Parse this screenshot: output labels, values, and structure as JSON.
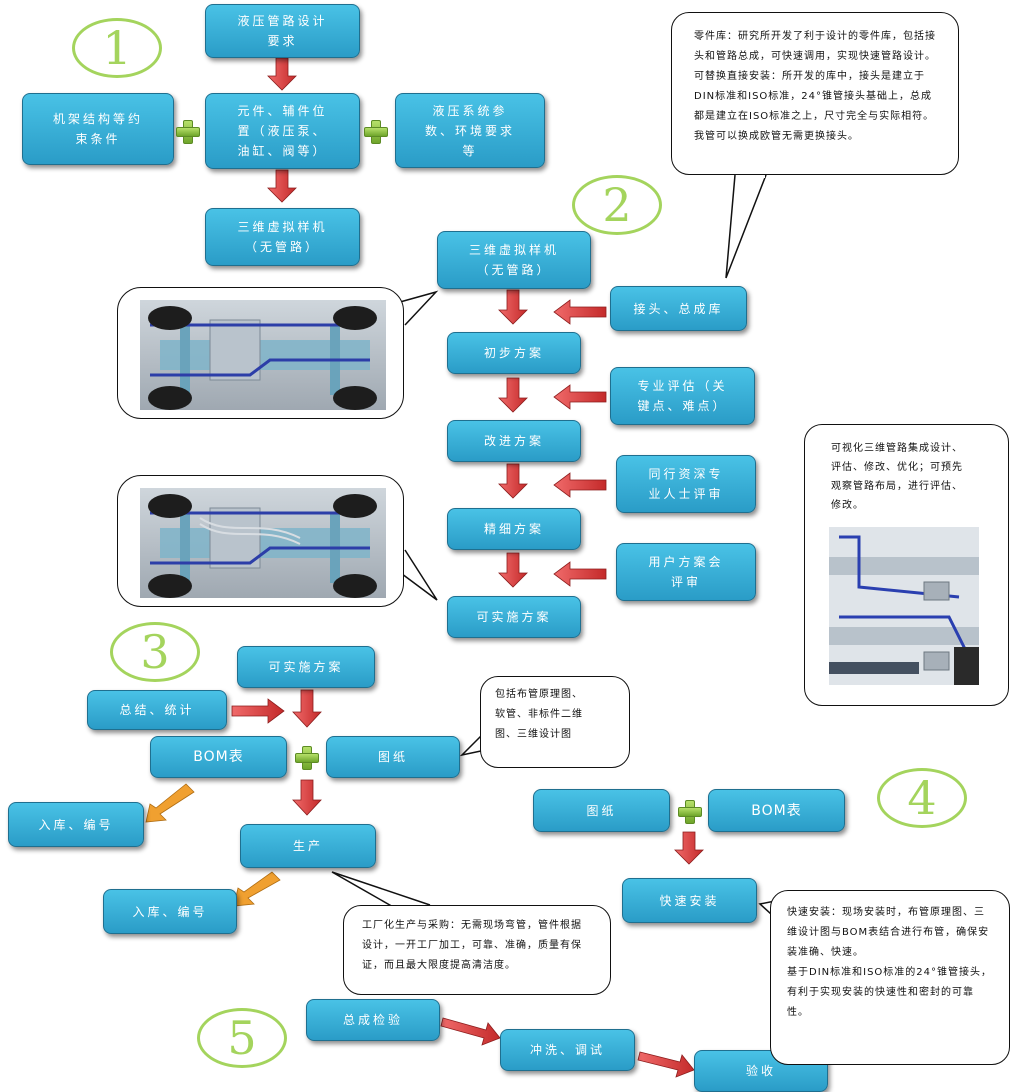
{
  "markers": [
    "1",
    "2",
    "3",
    "4",
    "5"
  ],
  "section1": {
    "requirement": "液压管路设计\n要求",
    "constraint": "机架结构等约\n束条件",
    "components": "元件、辅件位\n置（液压泵、\n油缸、阀等）",
    "params": "液压系统参\n数、环境要求\n等",
    "prototype": "三维虚拟样机\n（无管路）"
  },
  "section2": {
    "prototype": "三维虚拟样机\n（无管路）",
    "library": "接头、总成库",
    "initial": "初步方案",
    "evaluation": "专业评估（关\n键点、难点）",
    "improved": "改进方案",
    "peer_review": "同行资深专\n业人士评审",
    "fine": "精细方案",
    "user_review": "用户方案会\n评审",
    "feasible": "可实施方案"
  },
  "section3": {
    "feasible": "可实施方案",
    "summary": "总结、统计",
    "bom": "BOM表",
    "drawing": "图纸",
    "storage1": "入库、编号",
    "production": "生产",
    "storage2": "入库、编号"
  },
  "section4": {
    "drawing": "图纸",
    "bom": "BOM表",
    "install": "快速安装"
  },
  "section5": {
    "inspection": "总成检验",
    "flush": "冲洗、调试",
    "acceptance": "验收"
  },
  "callouts": {
    "library_note": "零件库：研究所开发了利于设计的零件库，包括接头和管路总成，可快速调用，实现快速管路设计。\n可替换直接安装：所开发的库中，接头是建立于DIN标准和ISO标准，24°锥管接头基础上，总成都是建立在ISO标准之上，尺寸完全与实际相符。\n我管可以换成欧管无需更换接头。",
    "drawing_note": "包括布管原理图、\n软管、非标件二维\n图、三维设计图",
    "production_note": "工厂化生产与采购：无需现场弯管，管件根据设计，一开工厂加工，可靠、准确，质量有保证，而且最大限度提高清洁度。",
    "install_note": "快速安装：现场安装时，布管原理图、三维设计图与BOM表结合进行布管，确保安装准确、快速。\n基于DIN标准和ISO标准的24°锥管接头，有利于实现安装的快速性和密封的可靠性。",
    "viz_note": "可视化三维管路集成设计、评估、修改、优化；可预先观察管路布局，进行评估、修改。"
  },
  "colors": {
    "box_top": "#49c2e6",
    "box_bottom": "#2a9cc7",
    "arrow_red": "#d63b3b",
    "arrow_orange": "#f0a030",
    "plus_green": "#8cc63f",
    "circle": "#a4d45d"
  }
}
